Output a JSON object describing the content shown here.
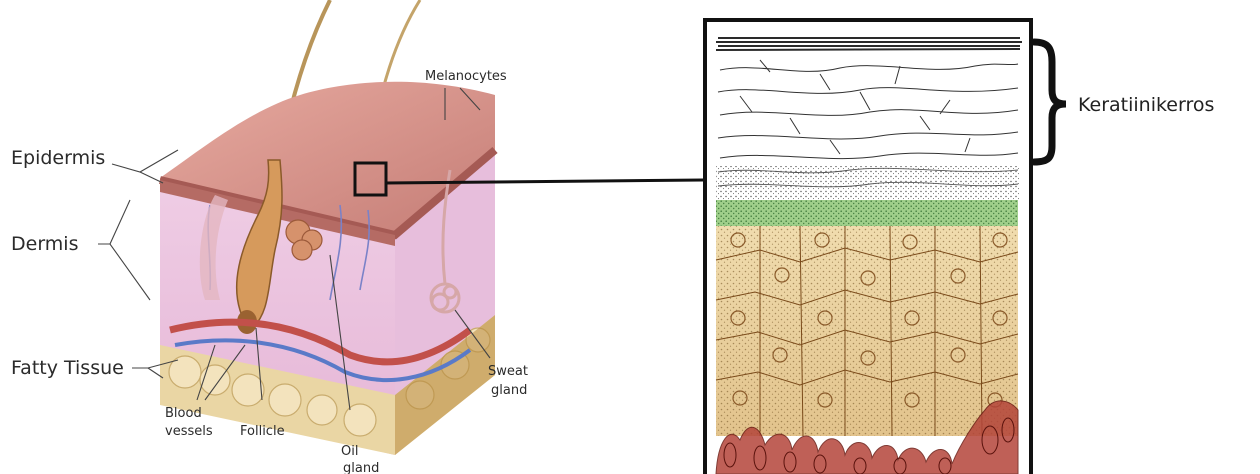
{
  "left_diagram": {
    "labels": {
      "epidermis": "Epidermis",
      "dermis": "Dermis",
      "fatty_tissue": "Fatty Tissue",
      "melanocytes": "Melanocytes",
      "blood_vessels_1": "Blood",
      "blood_vessels_2": "vessels",
      "follicle": "Follicle",
      "oil_gland_1": "Oil",
      "oil_gland_2": "gland",
      "sweat_gland_1": "Sweat",
      "sweat_gland_2": "gland"
    }
  },
  "right_diagram": {
    "bracket_label": "Keratiinikerros"
  },
  "colors": {
    "epidermis_top": "#d88f86",
    "dermis_fill": "#e6b8d8",
    "fat_fill": "#e9d3a0",
    "stratum_corneum": "#333333",
    "stratum_granulosum": "#5aa85a",
    "stratum_spinosum": "#d9b878",
    "stratum_basale": "#a8342a"
  }
}
